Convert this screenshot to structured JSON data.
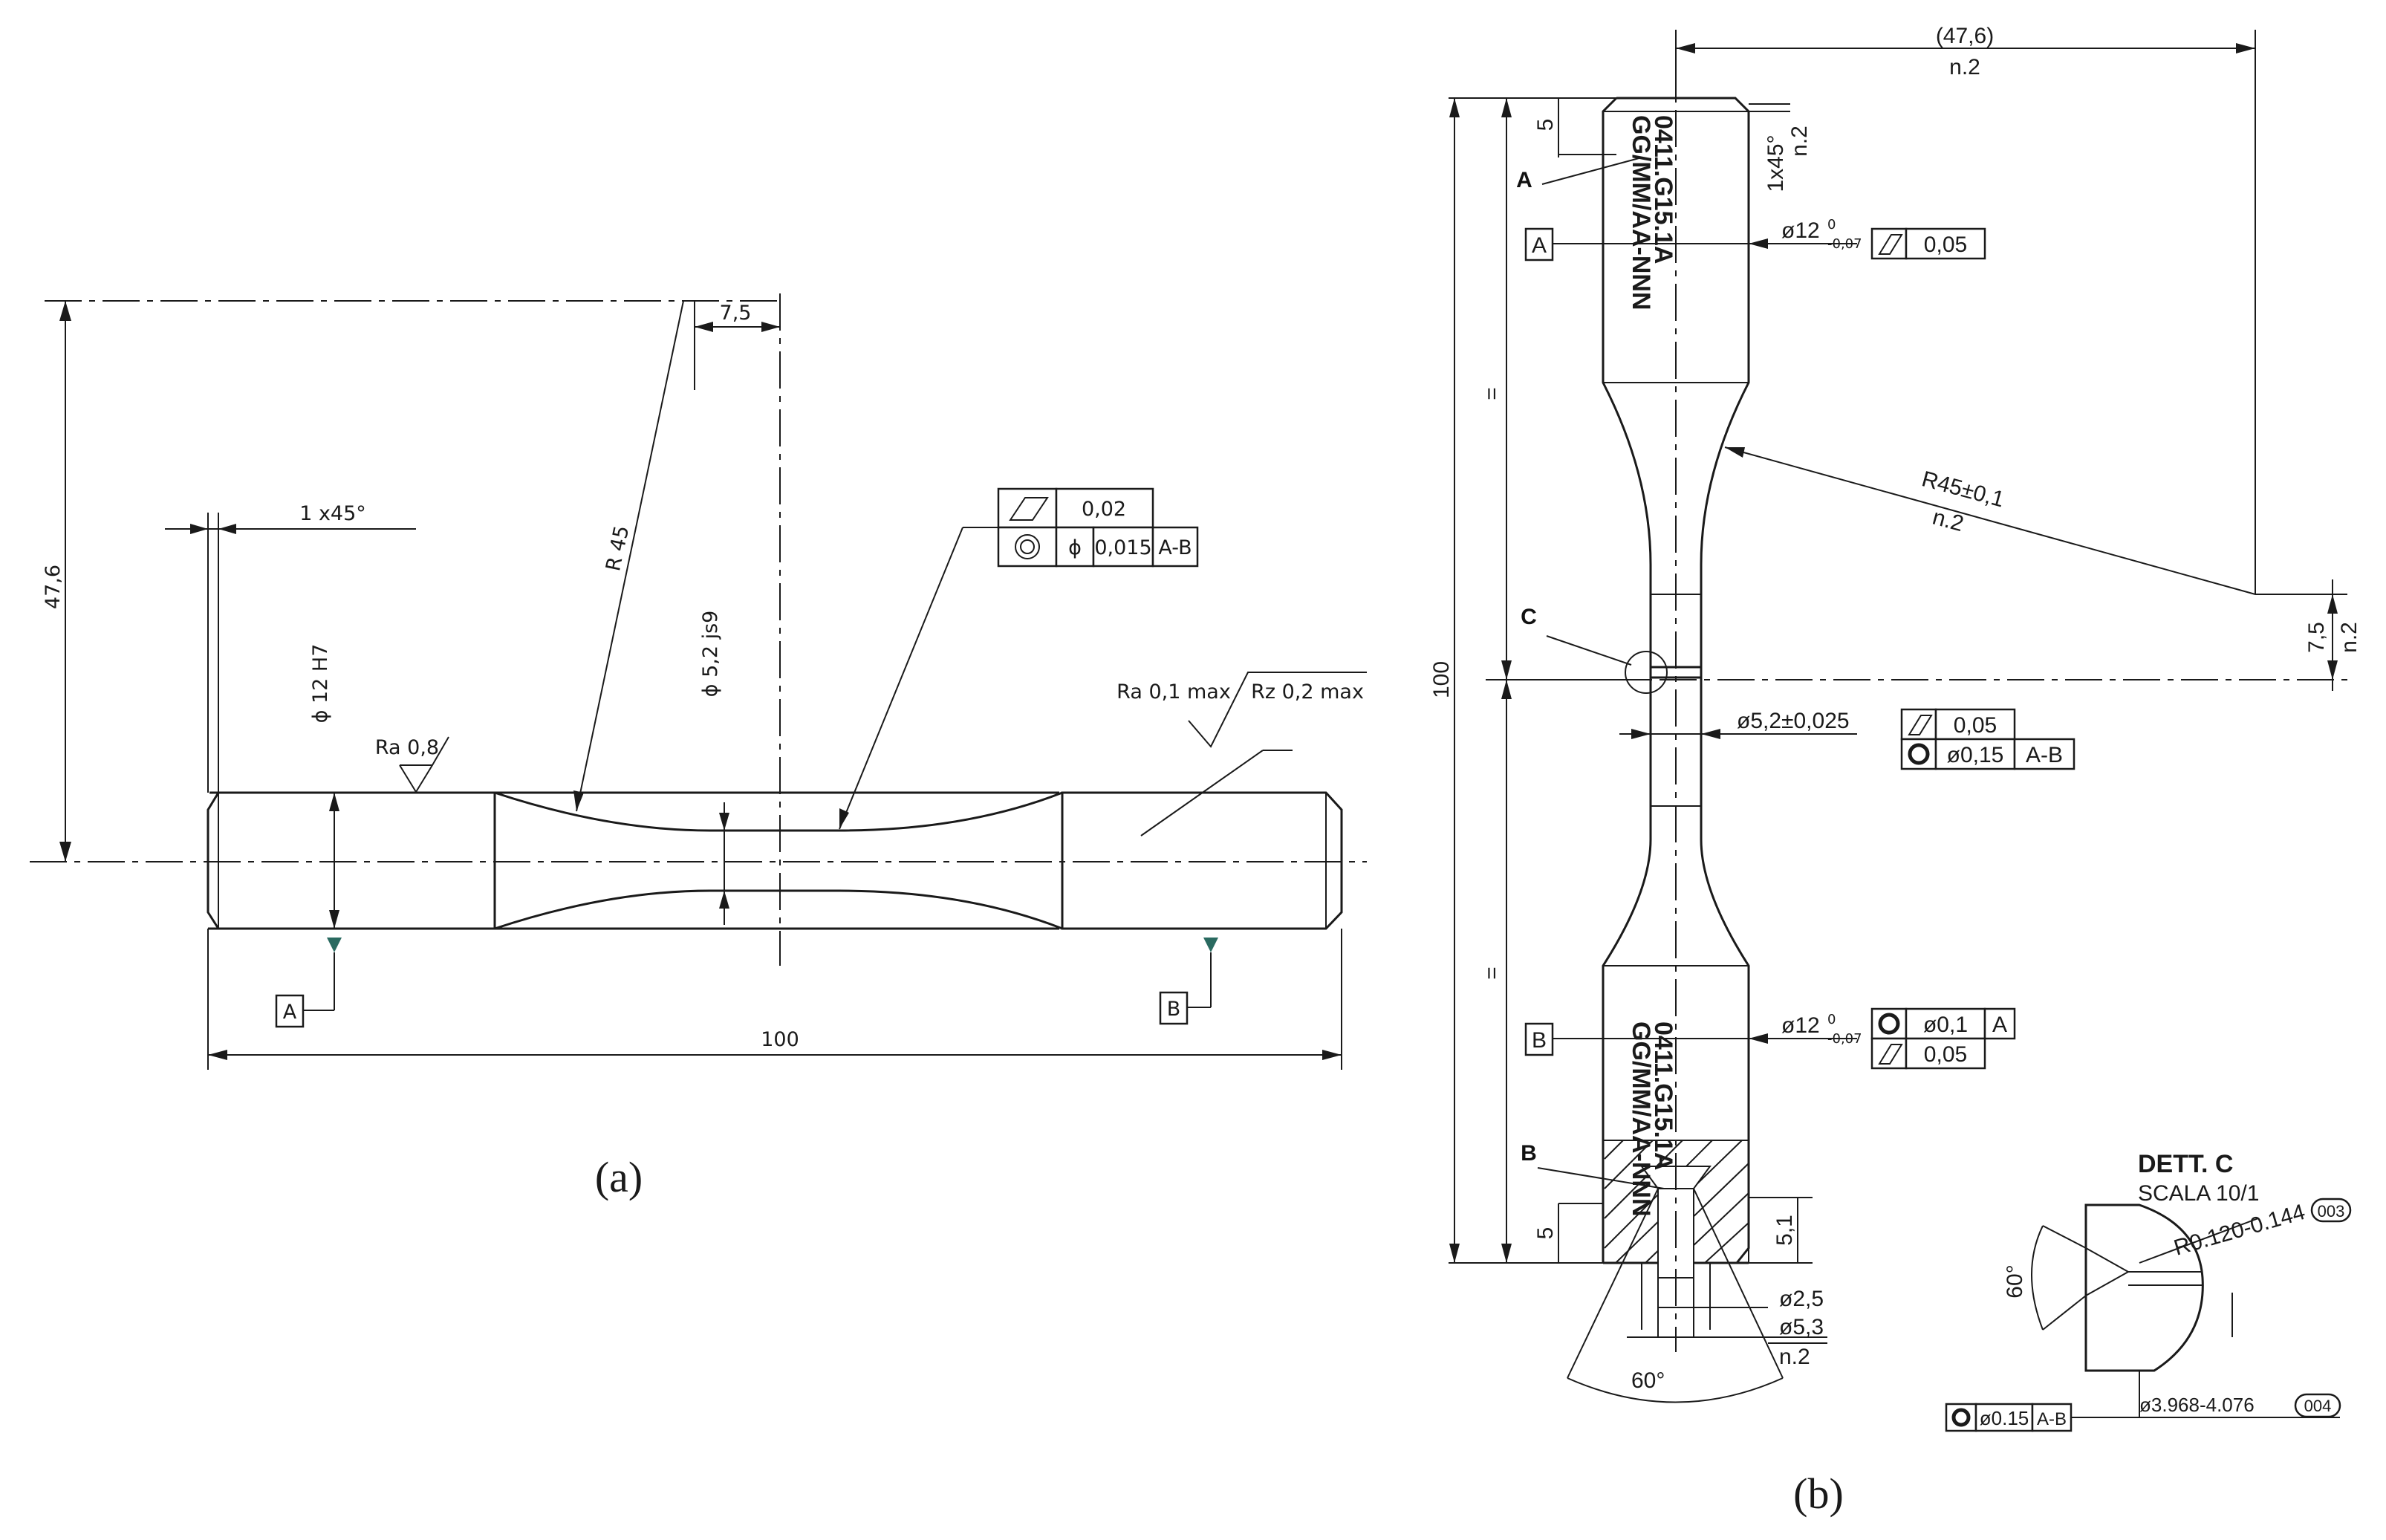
{
  "view_a": {
    "caption": "(a)",
    "dim_total_length": "100",
    "dim_height": "47,6",
    "dim_offset": "7,5",
    "dim_chamfer": "1 x45°",
    "dim_radius": "R 45",
    "dim_grip_dia": "ϕ 12 H7",
    "dim_gauge_dia": "ϕ 5,2 js9",
    "ra_left": "Ra 0,8",
    "ra_right": "Ra 0,1 max",
    "rz_right": "Rz 0,2 max",
    "tol_row1_value": "0,02",
    "tol_row2_phi": "ϕ",
    "tol_row2_value": "0,015",
    "tol_row2_datum": "A-B",
    "datum_a": "A",
    "datum_b": "B"
  },
  "view_b": {
    "caption": "(b)",
    "dim_top_offset": "(47,6)",
    "dim_top_count": "n.2",
    "dim_chamfer": "1x45°",
    "dim_chamfer_count": "n.2",
    "dim_length": "100",
    "dim_5_top": "5",
    "dim_5_bottom": "5",
    "dim_5_1": "5,1",
    "dim_eq_top": "=",
    "dim_eq_bottom": "=",
    "dim_radius": "R45±0,1",
    "dim_radius_count": "n.2",
    "dim_offset": "7,5",
    "dim_offset_count": "n.2",
    "grip_top_dia": "ø12",
    "grip_top_tol_upper": "0",
    "grip_top_tol_lower": "-0,07",
    "grip_top_cyl": "0,05",
    "gauge_dia": "ø5,2±0,025",
    "gauge_cyl": "0,05",
    "gauge_conc": "ø0,15",
    "gauge_conc_datum": "A-B",
    "grip_bot_dia": "ø12",
    "grip_bot_tol_upper": "0",
    "grip_bot_tol_lower": "-0,07",
    "grip_bot_conc": "ø0,1",
    "grip_bot_conc_datum": "A",
    "grip_bot_cyl": "0,05",
    "marking_line1": "0411.G15.1A",
    "marking_line2": "GG/MM/AA-NNN",
    "label_a": "A",
    "label_b": "B",
    "label_c": "C",
    "datum_a": "A",
    "datum_b": "B",
    "center_hole_dia": "ø2,5",
    "center_csk_dia": "ø5,3",
    "center_csk_count": "n.2",
    "center_angle": "60°",
    "detail_title": "DETT. C",
    "detail_scale": "SCALA 10/1",
    "detail_radius": "R0.120-0.144",
    "detail_radius_ref": "003",
    "detail_angle": "60°",
    "detail_conc": "ø0.15",
    "detail_conc_datum": "A-B",
    "detail_dia": "ø3.968-4.076",
    "detail_dia_ref": "004"
  }
}
